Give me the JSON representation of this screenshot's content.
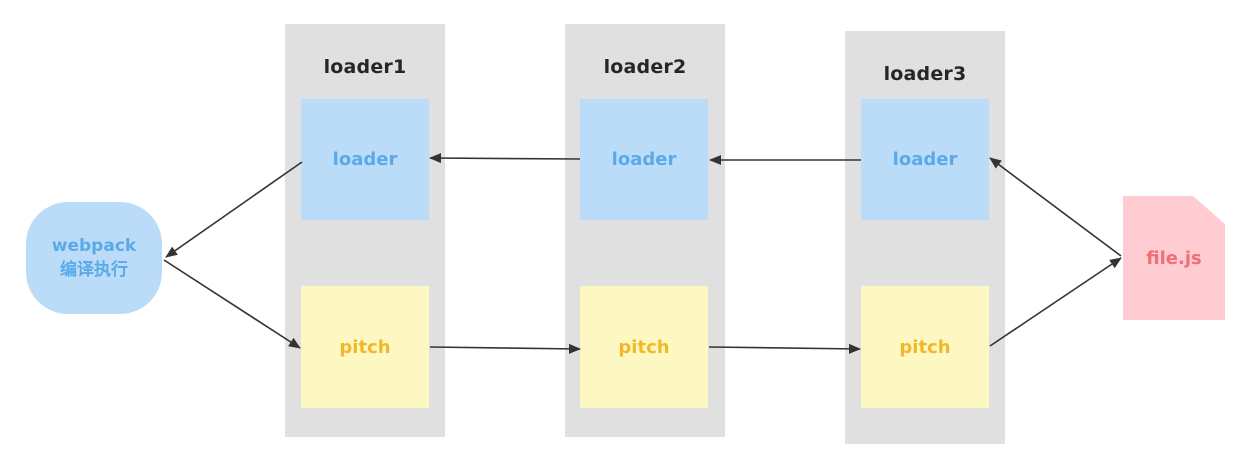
{
  "columns": [
    {
      "title": "loader1",
      "loader_label": "loader",
      "pitch_label": "pitch"
    },
    {
      "title": "loader2",
      "loader_label": "loader",
      "pitch_label": "pitch"
    },
    {
      "title": "loader3",
      "loader_label": "loader",
      "pitch_label": "pitch"
    }
  ],
  "webpack": {
    "line1": "webpack",
    "line2": "编译执行"
  },
  "file": {
    "label": "file.js"
  },
  "colors": {
    "column_bg": "#e0e0e0",
    "loader_fill": "#badcf9",
    "loader_text": "#5aaae8",
    "pitch_fill": "#fdf8c2",
    "pitch_text": "#f2b82a",
    "file_fill": "#ffccd2",
    "file_text": "#ef6f78",
    "arrow": "#333333"
  }
}
